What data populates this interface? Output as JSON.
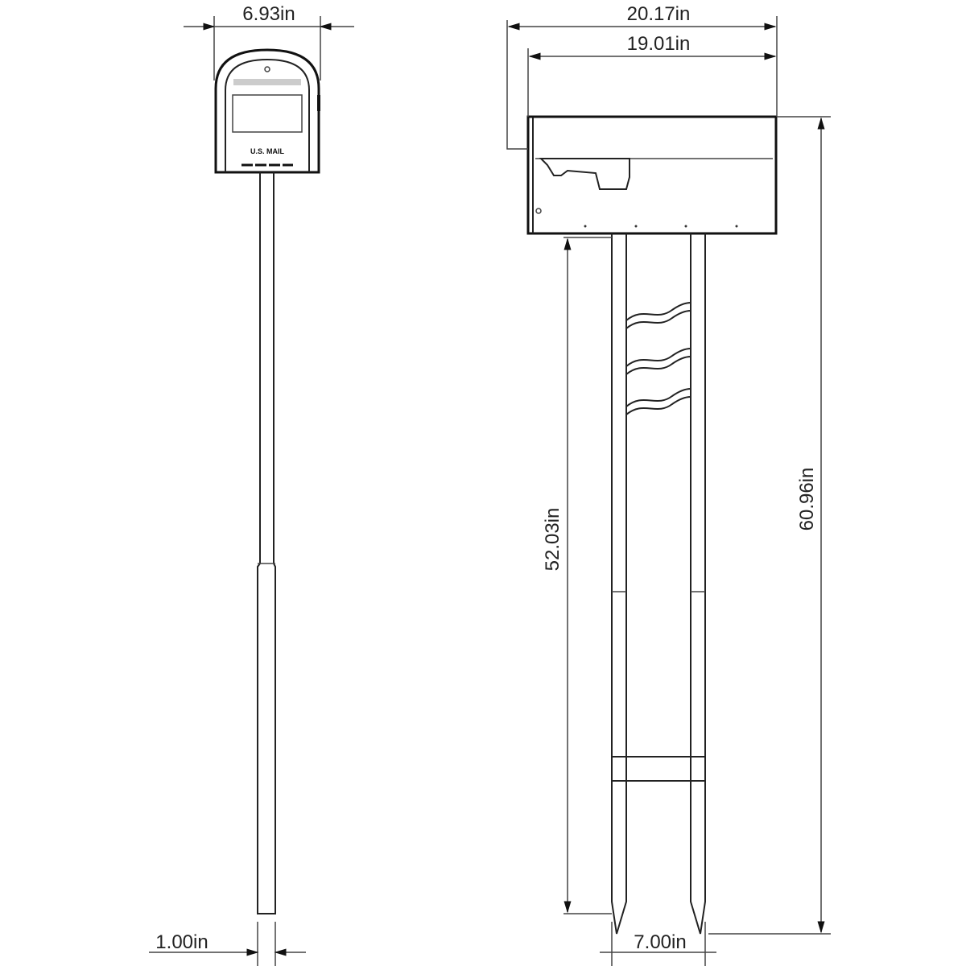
{
  "front_view": {
    "width_label": "6.93in",
    "post_width_label": "1.00in",
    "box_lettering": "U.S. MAIL"
  },
  "side_view": {
    "overall_length_label": "20.17in",
    "box_length_label": "19.01in",
    "overall_height_label": "60.96in",
    "post_height_label": "52.03in",
    "leg_spacing_label": "7.00in"
  }
}
